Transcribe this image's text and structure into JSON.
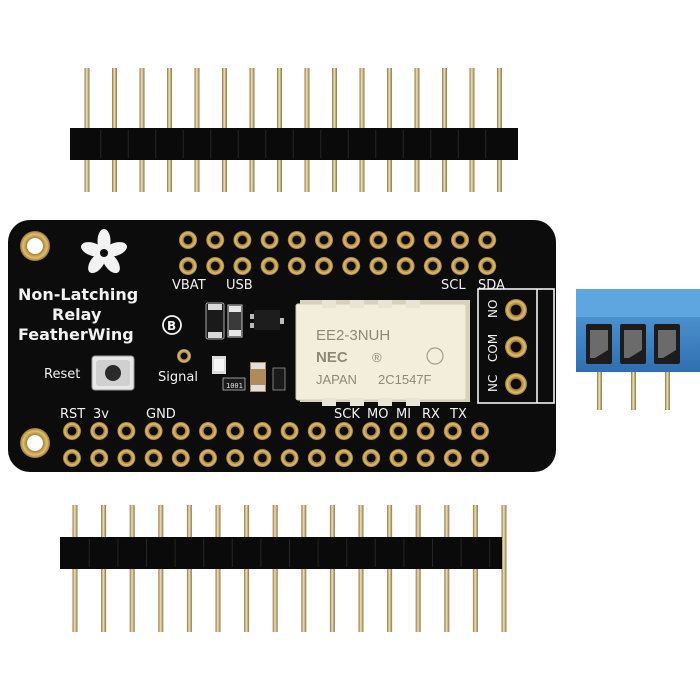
{
  "board": {
    "title_line1": "Non-Latching",
    "title_line2": "Relay",
    "title_line3": "FeatherWing",
    "top_labels": {
      "vbat": "VBAT",
      "usb": "USB",
      "scl": "SCL",
      "sda": "SDA"
    },
    "bottom_labels": {
      "rst": "RST",
      "v3": "3v",
      "gnd": "GND",
      "sck": "SCK",
      "mo": "MO",
      "mi": "MI",
      "rx": "RX",
      "tx": "TX"
    },
    "button_labels": {
      "reset": "Reset",
      "signal": "Signal"
    },
    "terminal_labels": {
      "no": "NO",
      "com": "COM",
      "nc": "NC"
    },
    "oshw_mark": "B",
    "resistor_code": "1001"
  },
  "relay": {
    "model": "EE2-3NUH",
    "brand": "NEC",
    "origin": "JAPAN",
    "lot": "2C1547F"
  },
  "colors": {
    "pcb": "#0c0c0c",
    "gold": "#c9a24a",
    "header": "#0a0a0a",
    "pin": "#b8a06a",
    "terminal_block": "#3a86c8",
    "relay_body": "#f3eedb"
  }
}
